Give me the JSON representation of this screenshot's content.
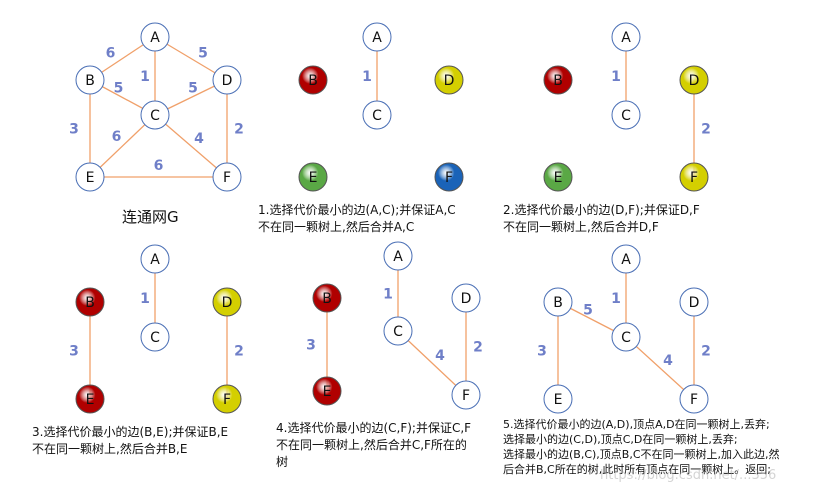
{
  "colors": {
    "edge": "#f0a06a",
    "weight": "#6f7fc8",
    "node_stroke": "#4a6fb5",
    "red": "#b00000",
    "yellow": "#d4cf00",
    "green": "#5aa845",
    "blue": "#1a63b8",
    "white": "#ffffff"
  },
  "graph_title": "连通网G",
  "panels": [
    {
      "id": "g",
      "caption": [],
      "nodes": [
        {
          "label": "A",
          "fill": "white"
        },
        {
          "label": "B",
          "fill": "white"
        },
        {
          "label": "C",
          "fill": "white"
        },
        {
          "label": "D",
          "fill": "white"
        },
        {
          "label": "E",
          "fill": "white"
        },
        {
          "label": "F",
          "fill": "white"
        }
      ],
      "edges": [
        {
          "from": "A",
          "to": "B",
          "weight": "6"
        },
        {
          "from": "A",
          "to": "C",
          "weight": "1"
        },
        {
          "from": "A",
          "to": "D",
          "weight": "5"
        },
        {
          "from": "B",
          "to": "C",
          "weight": "5"
        },
        {
          "from": "C",
          "to": "D",
          "weight": "5"
        },
        {
          "from": "B",
          "to": "E",
          "weight": "3"
        },
        {
          "from": "C",
          "to": "E",
          "weight": "6"
        },
        {
          "from": "C",
          "to": "F",
          "weight": "4"
        },
        {
          "from": "D",
          "to": "F",
          "weight": "2"
        },
        {
          "from": "E",
          "to": "F",
          "weight": "6"
        }
      ]
    },
    {
      "id": "s1",
      "caption": [
        "1.选择代价最小的边(A,C);并保证A,C",
        "不在同一颗树上,然后合并A,C"
      ],
      "nodes": [
        {
          "label": "A",
          "fill": "white"
        },
        {
          "label": "B",
          "fill": "red"
        },
        {
          "label": "C",
          "fill": "white"
        },
        {
          "label": "D",
          "fill": "yellow"
        },
        {
          "label": "E",
          "fill": "green"
        },
        {
          "label": "F",
          "fill": "blue"
        }
      ],
      "edges": [
        {
          "from": "A",
          "to": "C",
          "weight": "1"
        }
      ]
    },
    {
      "id": "s2",
      "caption": [
        "2.选择代价最小的边(D,F);并保证D,F",
        "不在同一颗树上,然后合并D,F"
      ],
      "nodes": [
        {
          "label": "A",
          "fill": "white"
        },
        {
          "label": "B",
          "fill": "red"
        },
        {
          "label": "C",
          "fill": "white"
        },
        {
          "label": "D",
          "fill": "yellow"
        },
        {
          "label": "E",
          "fill": "green"
        },
        {
          "label": "F",
          "fill": "yellow"
        }
      ],
      "edges": [
        {
          "from": "A",
          "to": "C",
          "weight": "1"
        },
        {
          "from": "D",
          "to": "F",
          "weight": "2"
        }
      ]
    },
    {
      "id": "s3",
      "caption": [
        "3.选择代价最小的边(B,E);并保证B,E",
        "不在同一颗树上,然后合并B,E"
      ],
      "nodes": [
        {
          "label": "A",
          "fill": "white"
        },
        {
          "label": "B",
          "fill": "red"
        },
        {
          "label": "C",
          "fill": "white"
        },
        {
          "label": "D",
          "fill": "yellow"
        },
        {
          "label": "E",
          "fill": "red"
        },
        {
          "label": "F",
          "fill": "yellow"
        }
      ],
      "edges": [
        {
          "from": "A",
          "to": "C",
          "weight": "1"
        },
        {
          "from": "B",
          "to": "E",
          "weight": "3"
        },
        {
          "from": "D",
          "to": "F",
          "weight": "2"
        }
      ]
    },
    {
      "id": "s4",
      "caption": [
        "4.选择代价最小的边(C,F);并保证C,F",
        "不在同一颗树上,然后合并C,F所在的",
        "树"
      ],
      "nodes": [
        {
          "label": "A",
          "fill": "white"
        },
        {
          "label": "B",
          "fill": "red"
        },
        {
          "label": "C",
          "fill": "white"
        },
        {
          "label": "D",
          "fill": "white"
        },
        {
          "label": "E",
          "fill": "red"
        },
        {
          "label": "F",
          "fill": "white"
        }
      ],
      "edges": [
        {
          "from": "A",
          "to": "C",
          "weight": "1"
        },
        {
          "from": "B",
          "to": "E",
          "weight": "3"
        },
        {
          "from": "C",
          "to": "F",
          "weight": "4"
        },
        {
          "from": "D",
          "to": "F",
          "weight": "2"
        }
      ]
    },
    {
      "id": "s5",
      "caption": [
        "5.选择代价最小的边(A,D),顶点A,D在同一颗树上,丢弃;",
        "选择最小的边(C,D),顶点C,D在同一颗树上,丢弃;",
        "选择最小的边(B,C),顶点B,C不在同一颗树上,加入此边,然",
        "后合并B,C所在的树,此时所有顶点在同一颗树上。返回;"
      ],
      "nodes": [
        {
          "label": "A",
          "fill": "white"
        },
        {
          "label": "B",
          "fill": "white"
        },
        {
          "label": "C",
          "fill": "white"
        },
        {
          "label": "D",
          "fill": "white"
        },
        {
          "label": "E",
          "fill": "white"
        },
        {
          "label": "F",
          "fill": "white"
        }
      ],
      "edges": [
        {
          "from": "A",
          "to": "C",
          "weight": "1"
        },
        {
          "from": "B",
          "to": "C",
          "weight": "5"
        },
        {
          "from": "B",
          "to": "E",
          "weight": "3"
        },
        {
          "from": "C",
          "to": "F",
          "weight": "4"
        },
        {
          "from": "D",
          "to": "F",
          "weight": "2"
        }
      ]
    }
  ],
  "watermark": "https://blog.csdn.net/...356"
}
